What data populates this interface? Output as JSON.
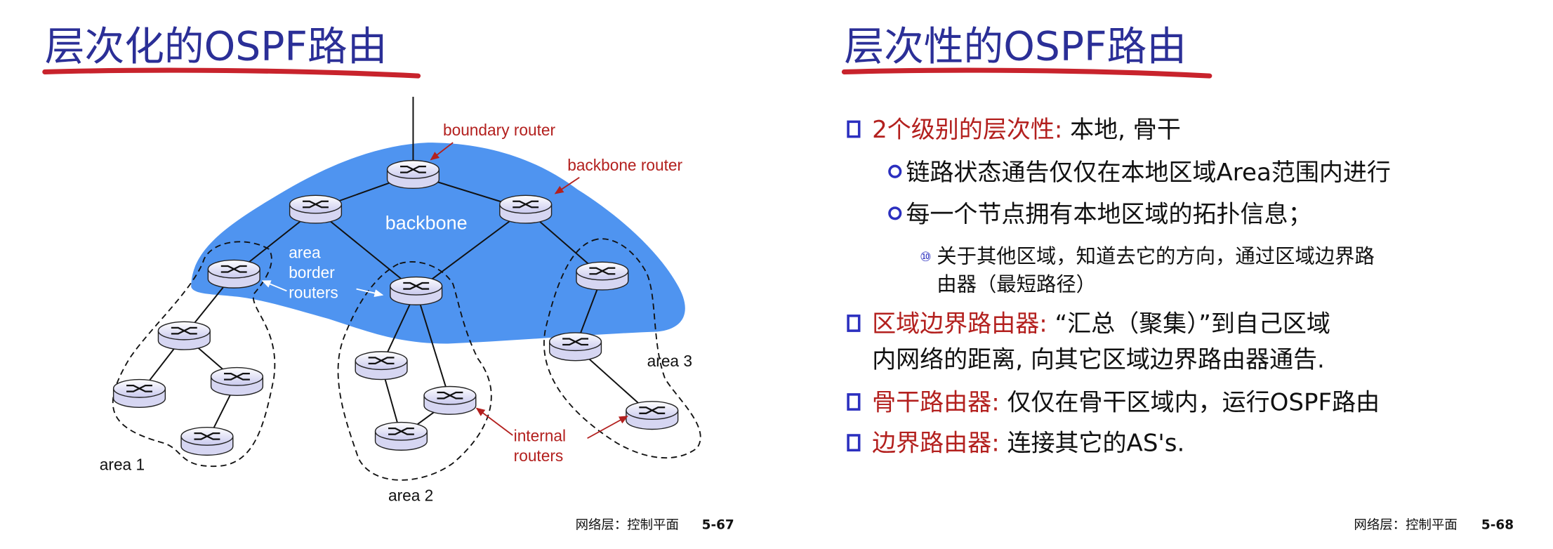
{
  "left_slide": {
    "title": "层次化的OSPF路由",
    "footer": "网络层：控制平面",
    "page": "5-67",
    "diagram": {
      "boundary_router": "boundary router",
      "backbone_router": "backbone router",
      "backbone": "backbone",
      "area_border_routers": [
        "area",
        "border",
        "routers"
      ],
      "internal_routers": [
        "internal",
        "routers"
      ],
      "area1": "area 1",
      "area2": "area 2",
      "area3": "area 3"
    }
  },
  "right_slide": {
    "title": "层次性的OSPF路由",
    "footer": "网络层：控制平面",
    "page": "5-68",
    "bullets": [
      {
        "head": "2个级别的层次性:",
        "text": " 本地, 骨干"
      },
      {
        "text": "链路状态通告仅仅在本地区域Area范围内进行"
      },
      {
        "text": "每一个节点拥有本地区域的拓扑信息；"
      },
      {
        "marker": "⑩",
        "line1": "关于其他区域，知道去它的方向，通过区域边界路",
        "line2": "由器（最短路径）"
      },
      {
        "head": "区域边界路由器:",
        "text": " “汇总（聚集）”到自己区域",
        "line2": "内网络的距离, 向其它区域边界路由器通告."
      },
      {
        "head": "骨干路由器:",
        "text": " 仅仅在骨干区域内，运行OSPF路由"
      },
      {
        "head": "边界路由器:",
        "text": " 连接其它的AS's."
      }
    ]
  },
  "colors": {
    "title": "#2b2f97",
    "accent_red": "#b3201e",
    "backbone_blue": "#4f94f0",
    "bullet_blue": "#2b2fbf"
  }
}
